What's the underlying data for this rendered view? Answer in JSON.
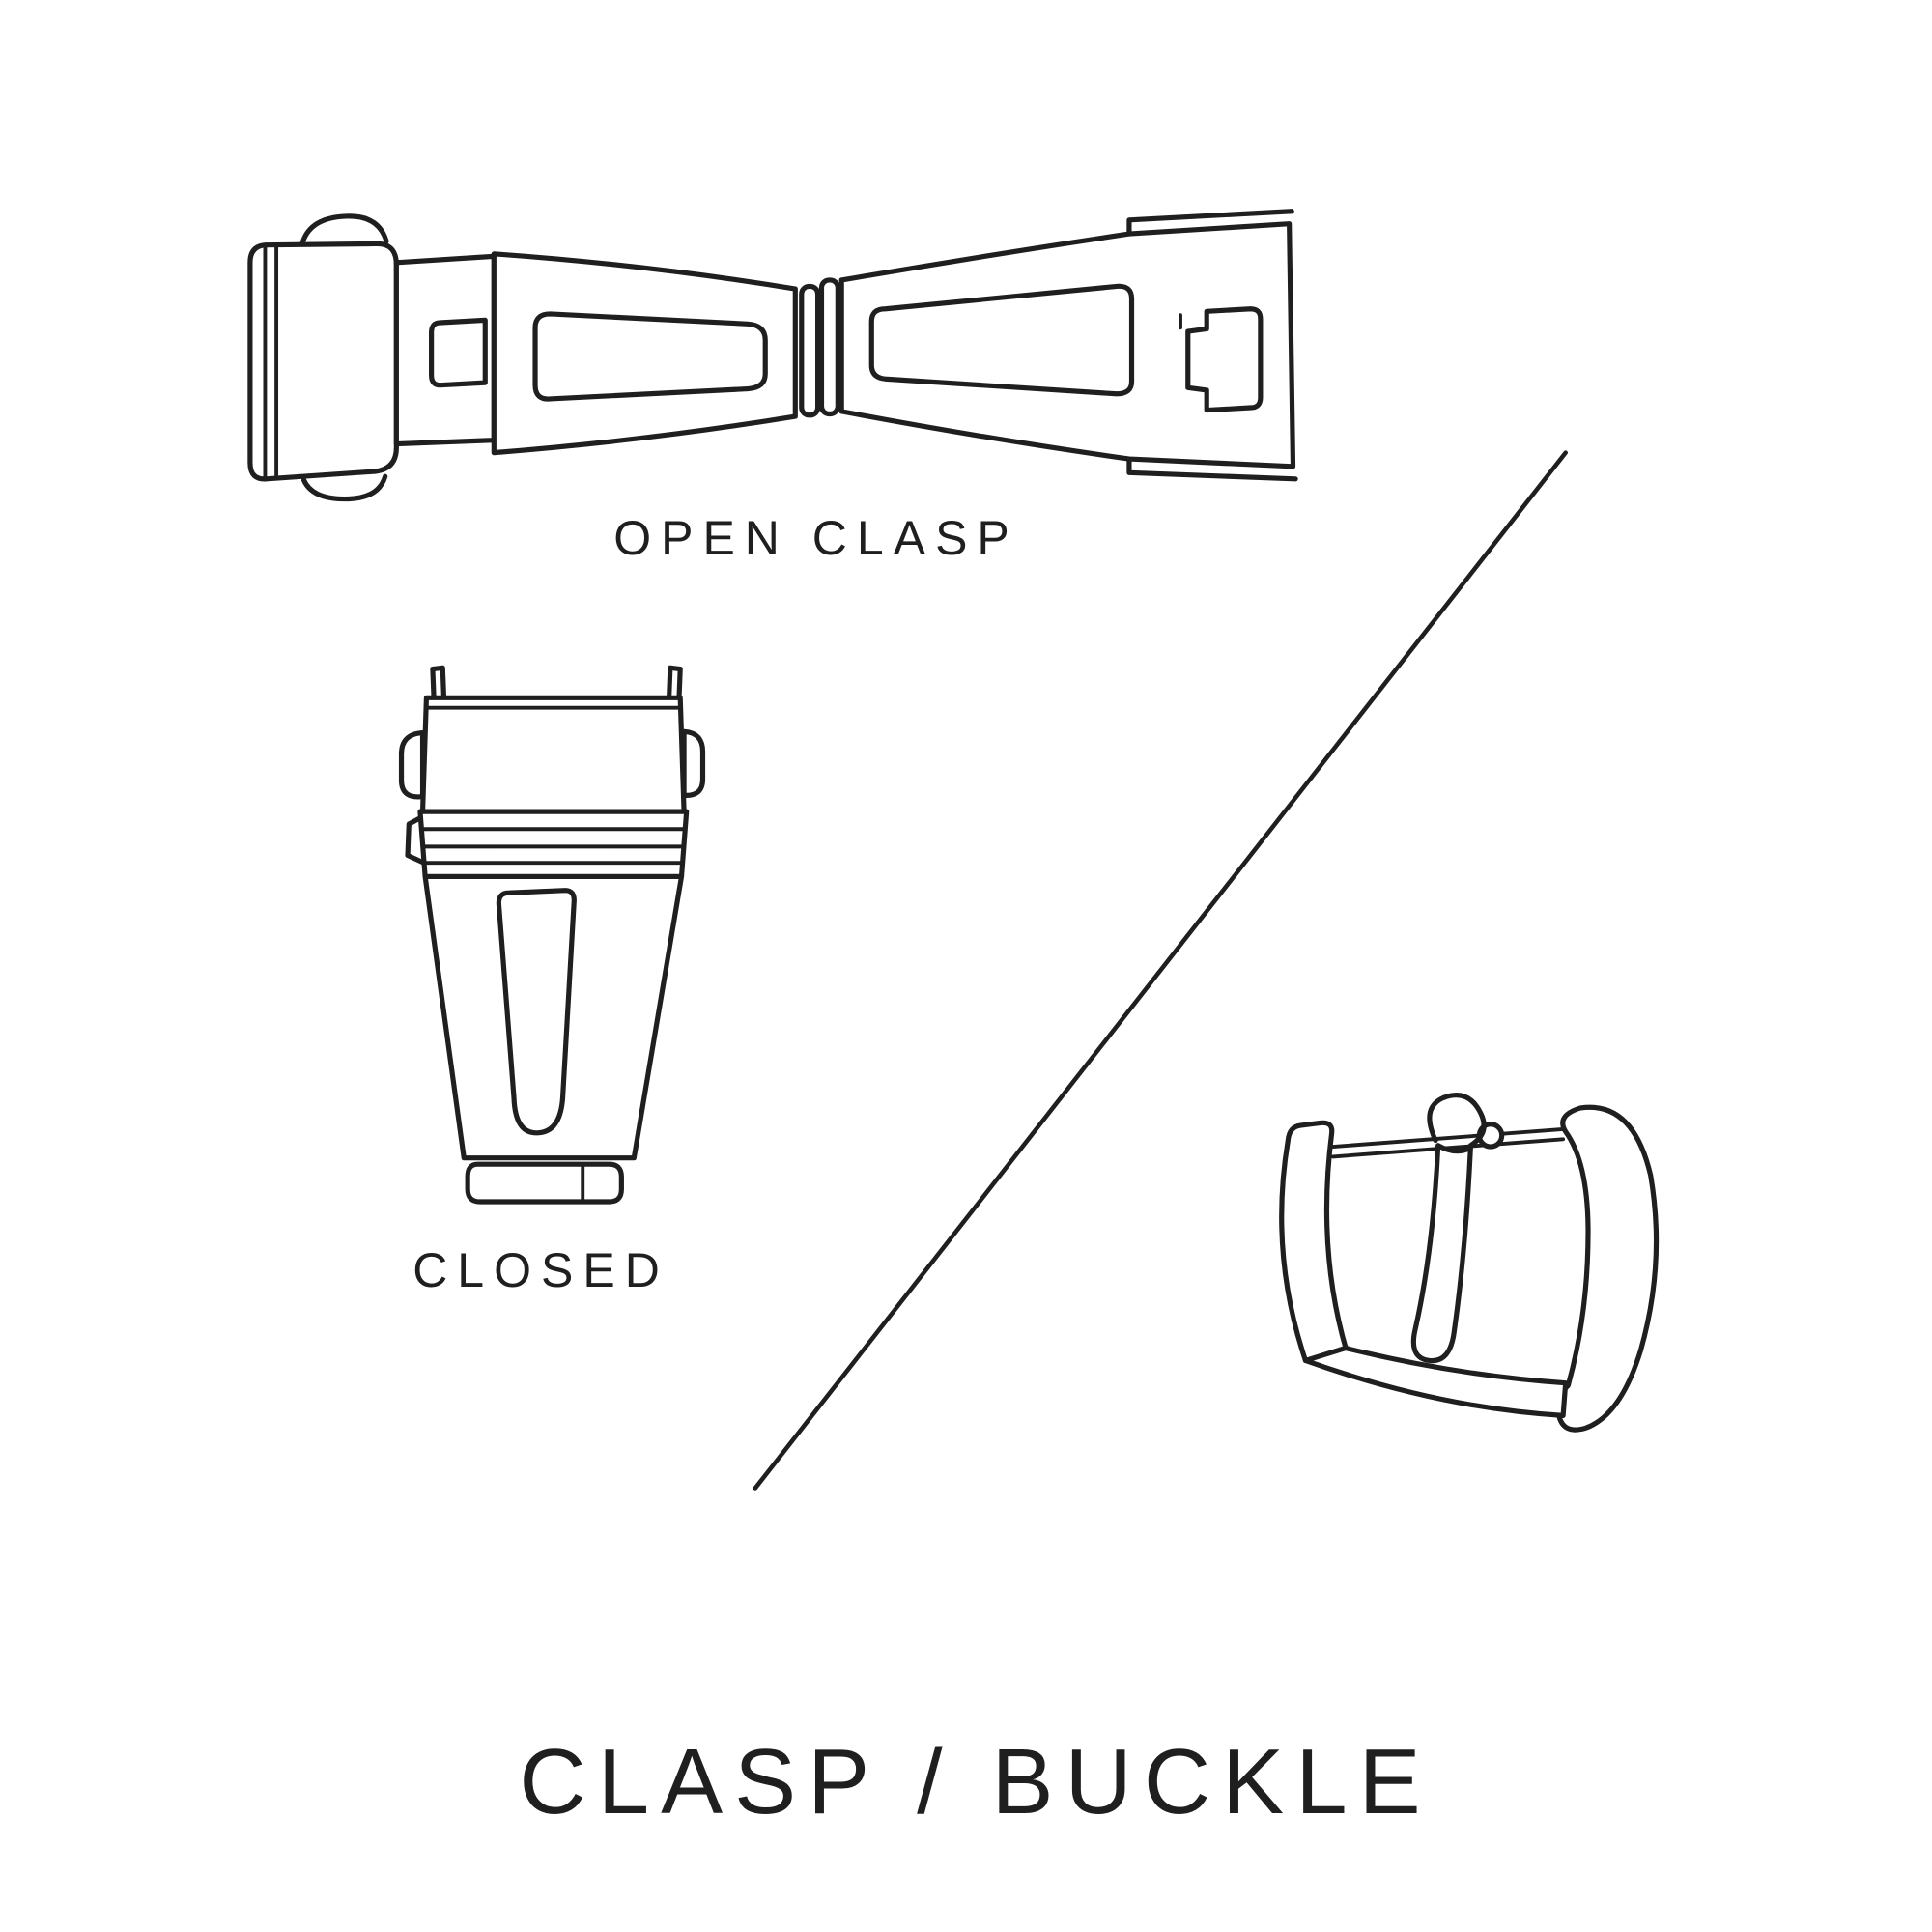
{
  "canvas": {
    "background": "#ffffff",
    "line_color": "#1f1f1f"
  },
  "labels": {
    "open_clasp": "OPEN CLASP",
    "closed": "CLOSED"
  },
  "title": "CLASP / BUCKLE",
  "illustrations": {
    "open_clasp": "open-clasp-drawing",
    "closed_clasp": "closed-clasp-drawing",
    "buckle": "buckle-drawing",
    "divider": "diagonal-divider-line"
  }
}
